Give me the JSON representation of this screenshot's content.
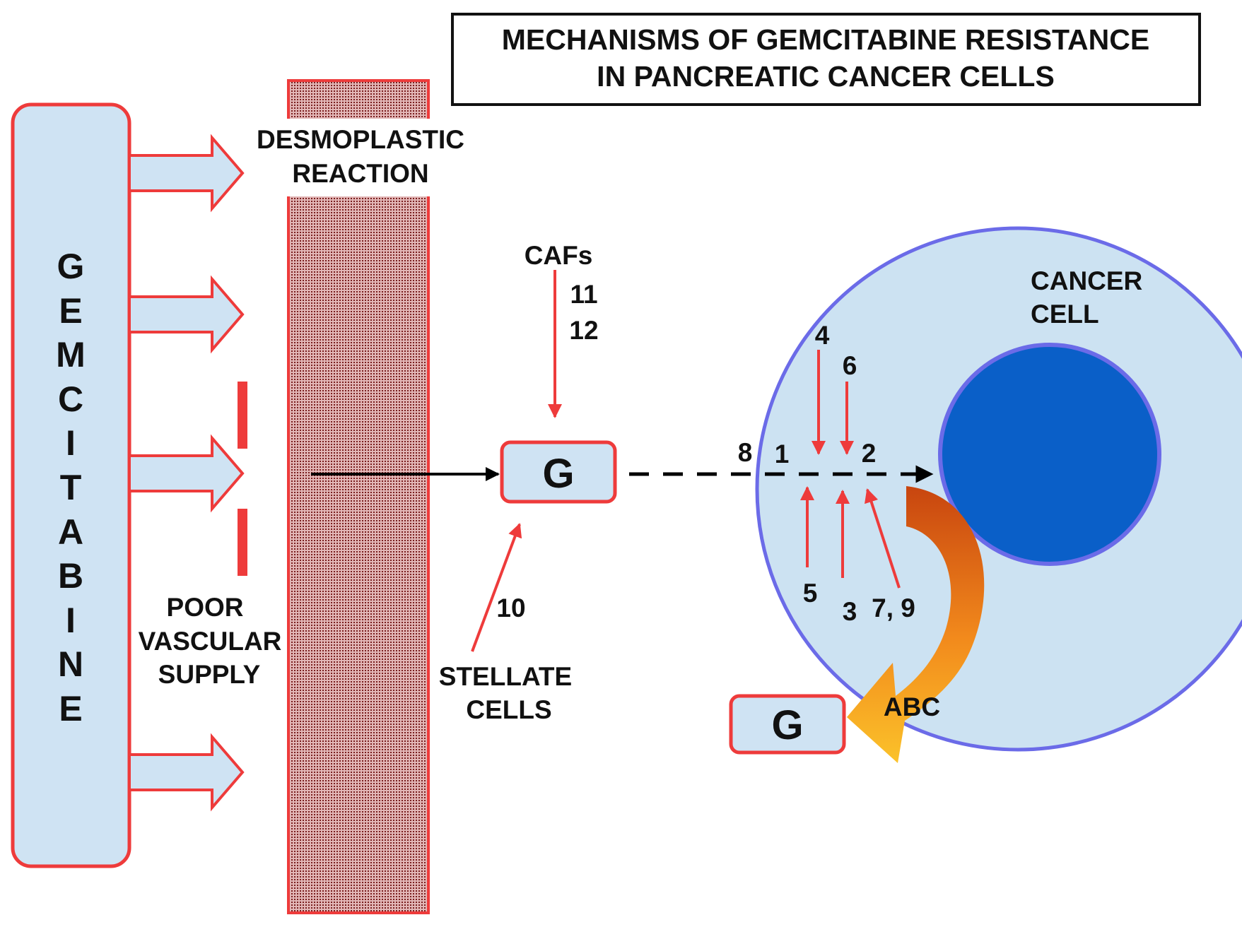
{
  "title": {
    "line1": "MECHANISMS OF GEMCITABINE RESISTANCE",
    "line2": "IN PANCREATIC CANCER CELLS"
  },
  "drug_column": {
    "letters": [
      "G",
      "E",
      "M",
      "C",
      "I",
      "T",
      "A",
      "B",
      "I",
      "N",
      "E"
    ]
  },
  "desmoplastic_label": {
    "line1": "DESMOPLASTIC",
    "line2": "REACTION"
  },
  "vascular_label": {
    "line1": "POOR",
    "line2": "VASCULAR",
    "line3": "SUPPLY"
  },
  "cafs_label": "CAFs",
  "stellate_label": {
    "line1": "STELLATE",
    "line2": "CELLS"
  },
  "cancer_cell_label": {
    "line1": "CANCER",
    "line2": "CELL"
  },
  "drug_box_inner": "G",
  "drug_box_effluxed": "G",
  "transporter_label": "ABC",
  "mechanism_numbers": {
    "n1": "1",
    "n2": "2",
    "n3": "3",
    "n4": "4",
    "n5": "5",
    "n6": "6",
    "n7_9": "7, 9",
    "n8": "8",
    "n10": "10",
    "n11": "11",
    "n12": "12"
  },
  "colors": {
    "accent_red": "#ee3b3b",
    "box_fill": "#cfe3f3",
    "cell_fill": "#cce2f2",
    "cell_border": "#6b6be8",
    "nucleus": "#0a5fc8",
    "efflux_arrow_dark": "#c8450f",
    "efflux_arrow_light": "#fbb41e"
  }
}
